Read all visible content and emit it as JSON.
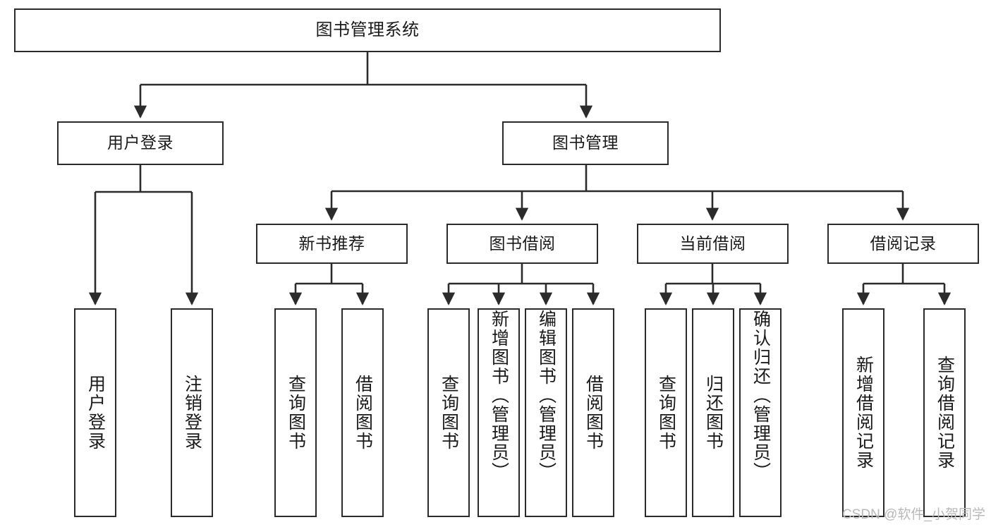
{
  "diagram": {
    "title": "图书管理系统",
    "type": "tree-hierarchy-diagram",
    "line_color": "#2b2b2b",
    "box_fill": "#ffffff",
    "text_color": "#1a1a1a",
    "watermark": "CSDN @软件_小贺同学"
  },
  "nodes": {
    "root": {
      "label": "图书管理系统"
    },
    "level2": [
      {
        "id": "user-login",
        "label": "用户登录"
      },
      {
        "id": "book-manage",
        "label": "图书管理"
      }
    ],
    "level3": [
      {
        "id": "new-book-recommend",
        "label": "新书推荐"
      },
      {
        "id": "book-borrow",
        "label": "图书借阅"
      },
      {
        "id": "current-borrow",
        "label": "当前借阅"
      },
      {
        "id": "borrow-record",
        "label": "借阅记录"
      }
    ],
    "leaves": {
      "user_login": [
        {
          "id": "leaf-user-login",
          "label": "用户登录"
        },
        {
          "id": "leaf-logout-login",
          "label": "注销登录"
        }
      ],
      "new_book_recommend": [
        {
          "id": "leaf-query-book-1",
          "label": "查询图书"
        },
        {
          "id": "leaf-borrow-book-1",
          "label": "借阅图书"
        }
      ],
      "book_borrow": [
        {
          "id": "leaf-query-book-2",
          "label": "查询图书"
        },
        {
          "id": "leaf-add-book-admin",
          "label": "新增图书（管理员）"
        },
        {
          "id": "leaf-edit-book-admin",
          "label": "编辑图书（管理员）"
        },
        {
          "id": "leaf-borrow-book-2",
          "label": "借阅图书"
        }
      ],
      "current_borrow": [
        {
          "id": "leaf-query-book-3",
          "label": "查询图书"
        },
        {
          "id": "leaf-return-book",
          "label": "归还图书"
        },
        {
          "id": "leaf-confirm-return-admin",
          "label": "确认归还（管理员）"
        }
      ],
      "borrow_record": [
        {
          "id": "leaf-add-borrow-record",
          "label": "新增借阅记录"
        },
        {
          "id": "leaf-query-borrow-record",
          "label": "查询借阅记录"
        }
      ]
    }
  }
}
